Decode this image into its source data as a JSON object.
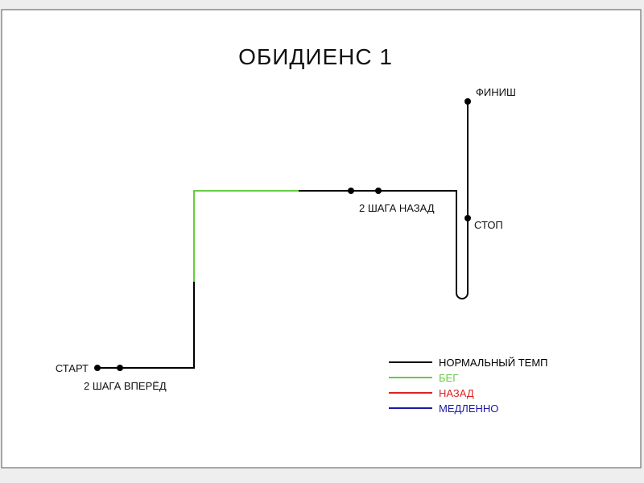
{
  "title": "ОБИДИЕНС 1",
  "points": {
    "start": "СТАРТ",
    "forward": "2 ШАГА ВПЕРЁД",
    "back": "2 ШАГА НАЗАД",
    "stop": "СТОП",
    "finish": "ФИНИШ"
  },
  "legend": [
    {
      "label": "НОРМАЛЬНЫЙ ТЕМП",
      "color": "#000000"
    },
    {
      "label": "БЕГ",
      "color": "#66cc44"
    },
    {
      "label": "НАЗАД",
      "color": "#dd2222"
    },
    {
      "label": "МЕДЛЕННО",
      "color": "#1a1aa8"
    }
  ],
  "colors": {
    "normal": "#000000",
    "run": "#66cc44",
    "back": "#dd2222",
    "slow": "#1a1aa8"
  }
}
